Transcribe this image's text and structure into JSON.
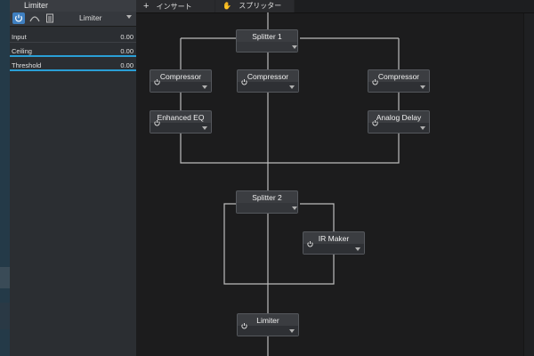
{
  "plugin_panel": {
    "title": "Limiter",
    "preset": "Limiter",
    "params": [
      {
        "label": "Input",
        "value": "0.00"
      },
      {
        "label": "Ceiling",
        "value": "0.00"
      },
      {
        "label": "Threshold",
        "value": "0.00"
      }
    ]
  },
  "toolbar": {
    "insert_label": "インサート",
    "splitter_label": "スプリッター",
    "insert_icon": "plus-icon",
    "splitter_icon": "hand-icon"
  },
  "nodes": {
    "splitter1": "Splitter 1",
    "compressor_a": "Compressor",
    "compressor_b": "Compressor",
    "compressor_c": "Compressor",
    "enhanced_eq": "Enhanced EQ",
    "analog_delay": "Analog Delay",
    "splitter2": "Splitter 2",
    "ir_maker": "IR Maker",
    "limiter": "Limiter"
  },
  "colors": {
    "accent": "#2a9fd6",
    "power_active": "#3f7fc0",
    "node_bg": "#3b3d41",
    "wire": "#bdbdbd"
  }
}
